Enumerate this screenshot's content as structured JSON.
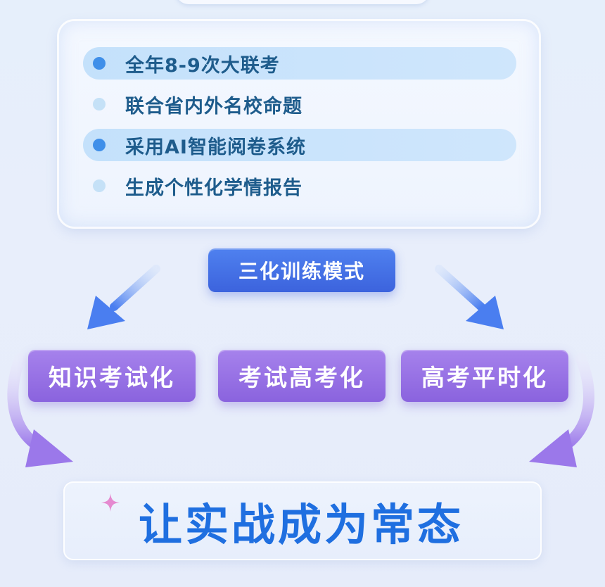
{
  "features": [
    {
      "text": "全年8-9次大联考",
      "highlighted": true
    },
    {
      "text": "联合省内外名校命题",
      "highlighted": false
    },
    {
      "text": "采用AI智能阅卷系统",
      "highlighted": true
    },
    {
      "text": "生成个性化学情报告",
      "highlighted": false
    }
  ],
  "training": {
    "title": "三化训练模式",
    "modes": [
      "知识考试化",
      "考试高考化",
      "高考平时化"
    ]
  },
  "slogan": "让实战成为常态",
  "colors": {
    "feature_text": "#1e5c8c",
    "highlight_bg": "#c4e1fb",
    "title_blue": "#4f81ef",
    "mode_purple": "#9a74e6",
    "slogan_blue": "#1f6fe0"
  },
  "icons": [
    "sparkle-icon",
    "arrow-down-left-icon",
    "arrow-down-right-icon",
    "curved-arrow-left-icon",
    "curved-arrow-right-icon"
  ]
}
